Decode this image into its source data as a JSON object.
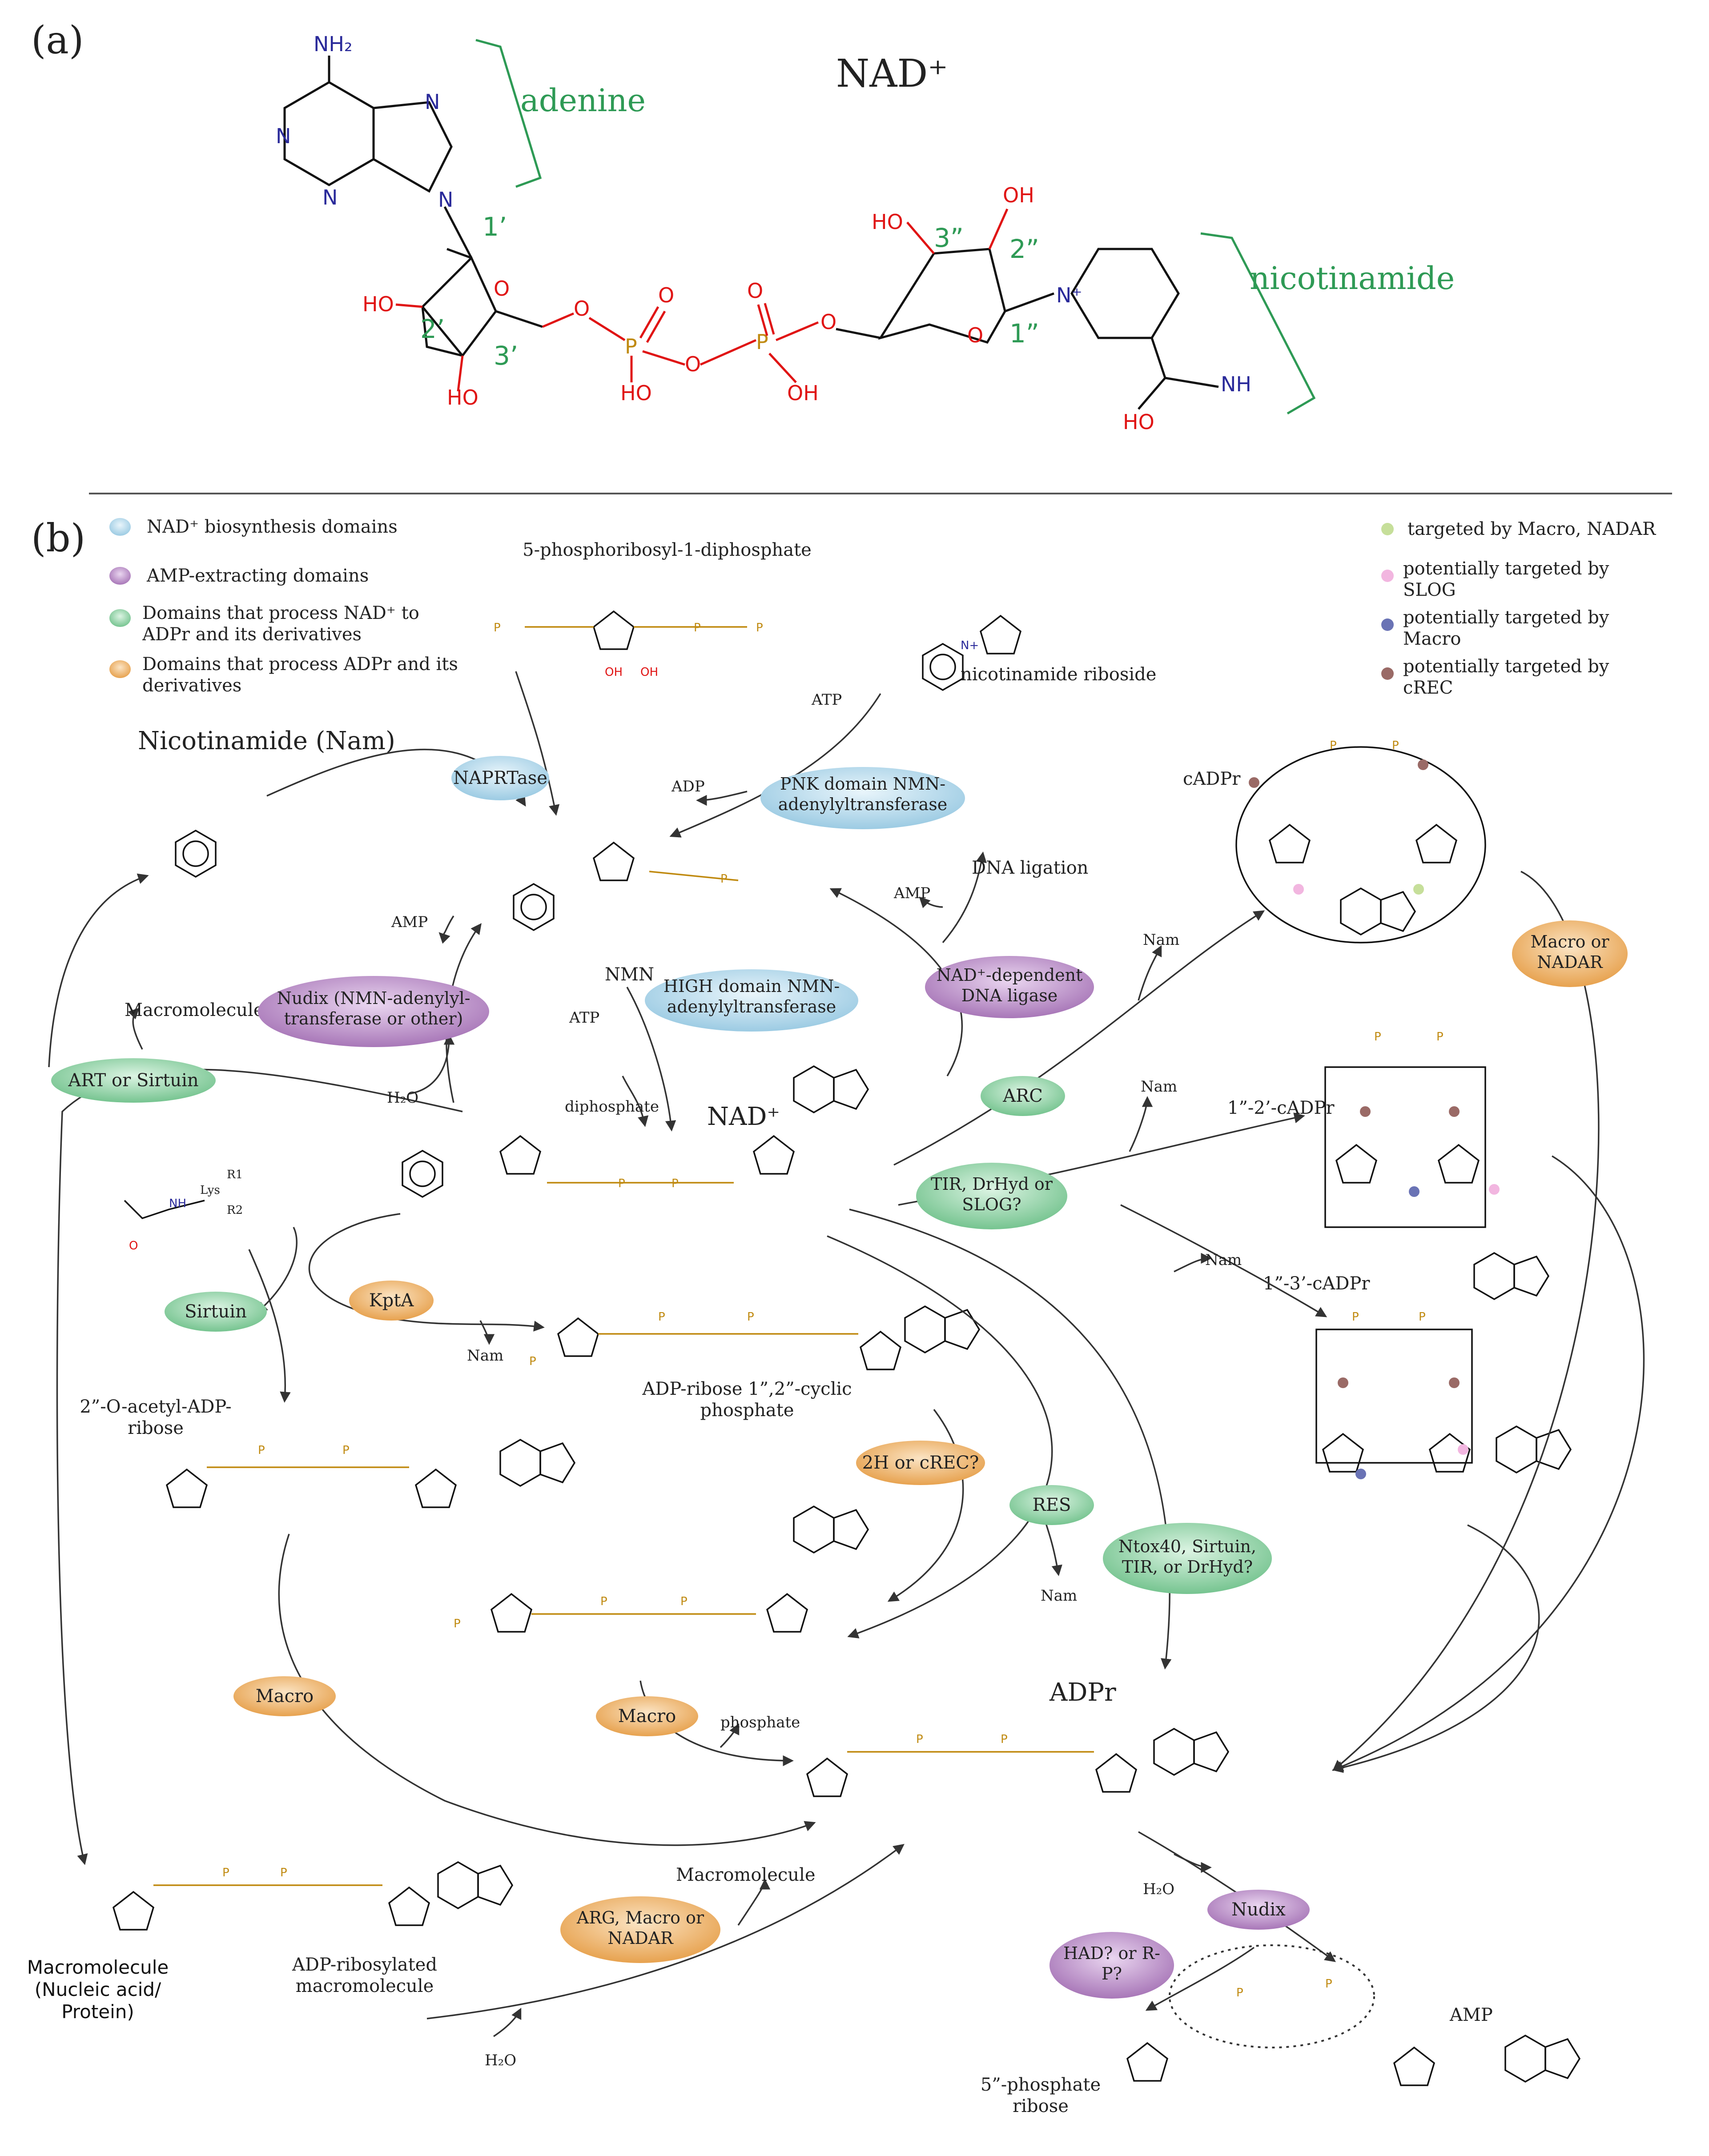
{
  "panel_a": {
    "label": "(a)",
    "title": "NAD⁺",
    "adenine_label": "adenine",
    "nicotinamide_label": "nicotinamide",
    "atom_labels": {
      "nh2": "NH₂",
      "n": "N",
      "ho": "HO",
      "oh": "OH",
      "o": "O",
      "p": "P",
      "nplus": "N⁺",
      "nh": "NH"
    },
    "positions": [
      "1’",
      "2’",
      "3’",
      "1”",
      "2”",
      "3”"
    ]
  },
  "panel_b": {
    "label": "(b)",
    "legend_left": [
      {
        "text": "NAD⁺ biosynthesis domains",
        "color": "#a8d4e8"
      },
      {
        "text": "AMP-extracting domains",
        "color": "#b98ac8"
      },
      {
        "text": "Domains that process NAD⁺ to ADPr and its derivatives",
        "color": "#8fd0a6"
      },
      {
        "text": "Domains that process ADPr and its derivatives",
        "color": "#f0b36a"
      }
    ],
    "legend_right": [
      {
        "text": "targeted by Macro, NADAR",
        "color": "#c6df9a"
      },
      {
        "text": "potentially targeted by SLOG",
        "color": "#f2b6e0"
      },
      {
        "text": "potentially targeted by Macro",
        "color": "#6a73b5"
      },
      {
        "text": "potentially targeted by cREC",
        "color": "#9a6a66"
      }
    ],
    "enzymes": [
      {
        "id": "naprtase",
        "text": "NAPRTase",
        "kind": "blue"
      },
      {
        "id": "pnk",
        "text": "PNK domain NMN-adenylyltransferase",
        "kind": "blue"
      },
      {
        "id": "high",
        "text": "HIGH domain NMN-adenylyltransferase",
        "kind": "blue"
      },
      {
        "id": "nudix1",
        "text": "Nudix (NMN-adenylyl-transferase or other)",
        "kind": "purple"
      },
      {
        "id": "ligase",
        "text": "NAD⁺-dependent DNA ligase",
        "kind": "purple"
      },
      {
        "id": "art",
        "text": "ART or Sirtuin",
        "kind": "green"
      },
      {
        "id": "sirtuin",
        "text": "Sirtuin",
        "kind": "green"
      },
      {
        "id": "kpta",
        "text": "KptA",
        "kind": "orange"
      },
      {
        "id": "arc",
        "text": "ARC",
        "kind": "green"
      },
      {
        "id": "tir",
        "text": "TIR, DrHyd or SLOG?",
        "kind": "green"
      },
      {
        "id": "res",
        "text": "RES",
        "kind": "green"
      },
      {
        "id": "ntox",
        "text": "Ntox40, Sirtuin, TIR, or DrHyd?",
        "kind": "green"
      },
      {
        "id": "twoh",
        "text": "2H or cREC?",
        "kind": "orange"
      },
      {
        "id": "macnadar",
        "text": "Macro or NADAR",
        "kind": "orange"
      },
      {
        "id": "macro1",
        "text": "Macro",
        "kind": "orange"
      },
      {
        "id": "macro2",
        "text": "Macro",
        "kind": "orange"
      },
      {
        "id": "argm",
        "text": "ARG, Macro or NADAR",
        "kind": "orange"
      },
      {
        "id": "nudix2",
        "text": "Nudix",
        "kind": "purple"
      },
      {
        "id": "had",
        "text": "HAD? or R-P?",
        "kind": "purple"
      }
    ],
    "labels": {
      "prpp": "5-phosphoribosyl-1-diphosphate",
      "nr": "nicotinamide riboside",
      "nam": "Nicotinamide (Nam)",
      "nmn": "NMN",
      "nad": "NAD⁺",
      "atp": "ATP",
      "adp": "ADP",
      "amp": "AMP",
      "dna_ligation": "DNA ligation",
      "macromolecule": "Macromolecule",
      "h2o": "H₂O",
      "diphosphate": "diphosphate",
      "nam_short": "Nam",
      "cadpr": "cADPr",
      "c12": "1”-2’-cADPr",
      "c13": "1”-3’-cADPr",
      "cyclicp": "ADP-ribose 1”,2”-cyclic phosphate",
      "acetyl": "2”-O-acetyl-ADP-ribose",
      "adpr": "ADPr",
      "phosphate": "phosphate",
      "adpr_macro": "ADP-ribosylated macromolecule",
      "macro_nucleic": "Macromolecule (Nucleic acid/ Protein)",
      "amp2": "AMP",
      "ribose5p": "5”-phosphate ribose",
      "lys": "Lys",
      "r1": "R1",
      "r2": "R2"
    }
  }
}
